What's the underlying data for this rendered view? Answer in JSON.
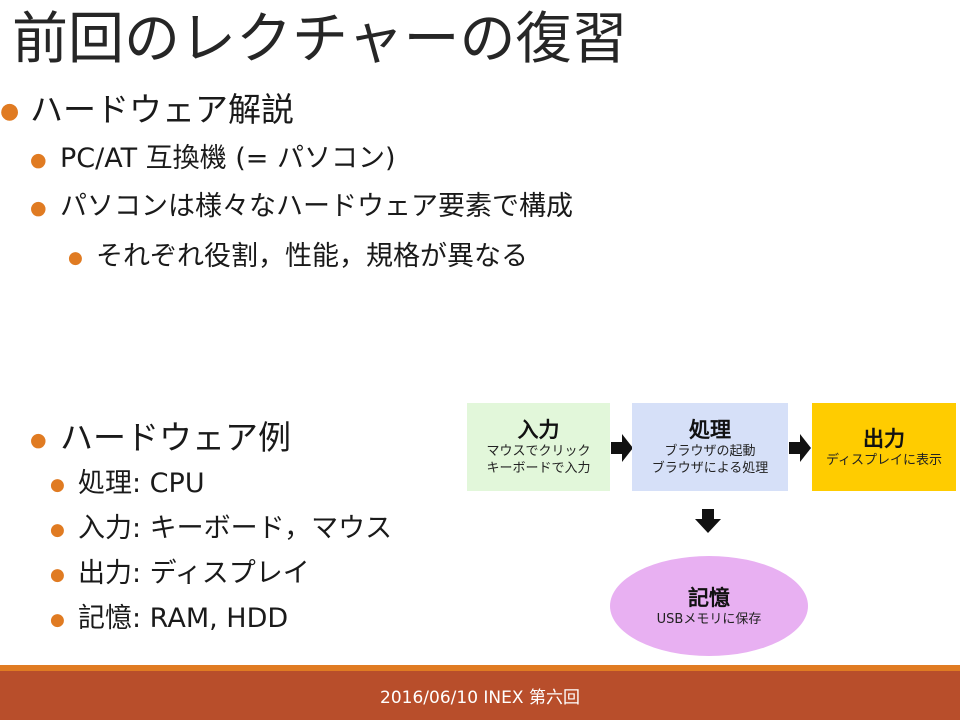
{
  "title": "前回のレクチャーの復習",
  "bullets": {
    "hardware": "ハードウェア解説",
    "pcat": "PC/AT 互換機 (= パソコン)",
    "composed": "パソコンは様々なハードウェア要素で構成",
    "roles": "それぞれ役割，性能，規格が異なる",
    "examples": "ハードウェア例",
    "process": "処理: CPU",
    "input": "入力: キーボード，マウス",
    "output": "出力: ディスプレイ",
    "memory": "記憶: RAM, HDD"
  },
  "diagram": {
    "input": {
      "label": "入力",
      "line1": "マウスでクリック",
      "line2": "キーボードで入力"
    },
    "process": {
      "label": "処理",
      "line1": "ブラウザの起動",
      "line2": "ブラウザによる処理"
    },
    "output": {
      "label": "出力",
      "line1": "ディスプレイに表示"
    },
    "memory": {
      "label": "記憶",
      "line1": "USBメモリに保存"
    }
  },
  "footer": "2016/06/10 INEX 第六回",
  "colors": {
    "accent": "#e07b22",
    "footer_bg": "#b84e2b",
    "input_box": "#e2f7da",
    "process_box": "#d6e0f8",
    "output_box": "#ffcc00",
    "memory_box": "#e8b0f2"
  }
}
